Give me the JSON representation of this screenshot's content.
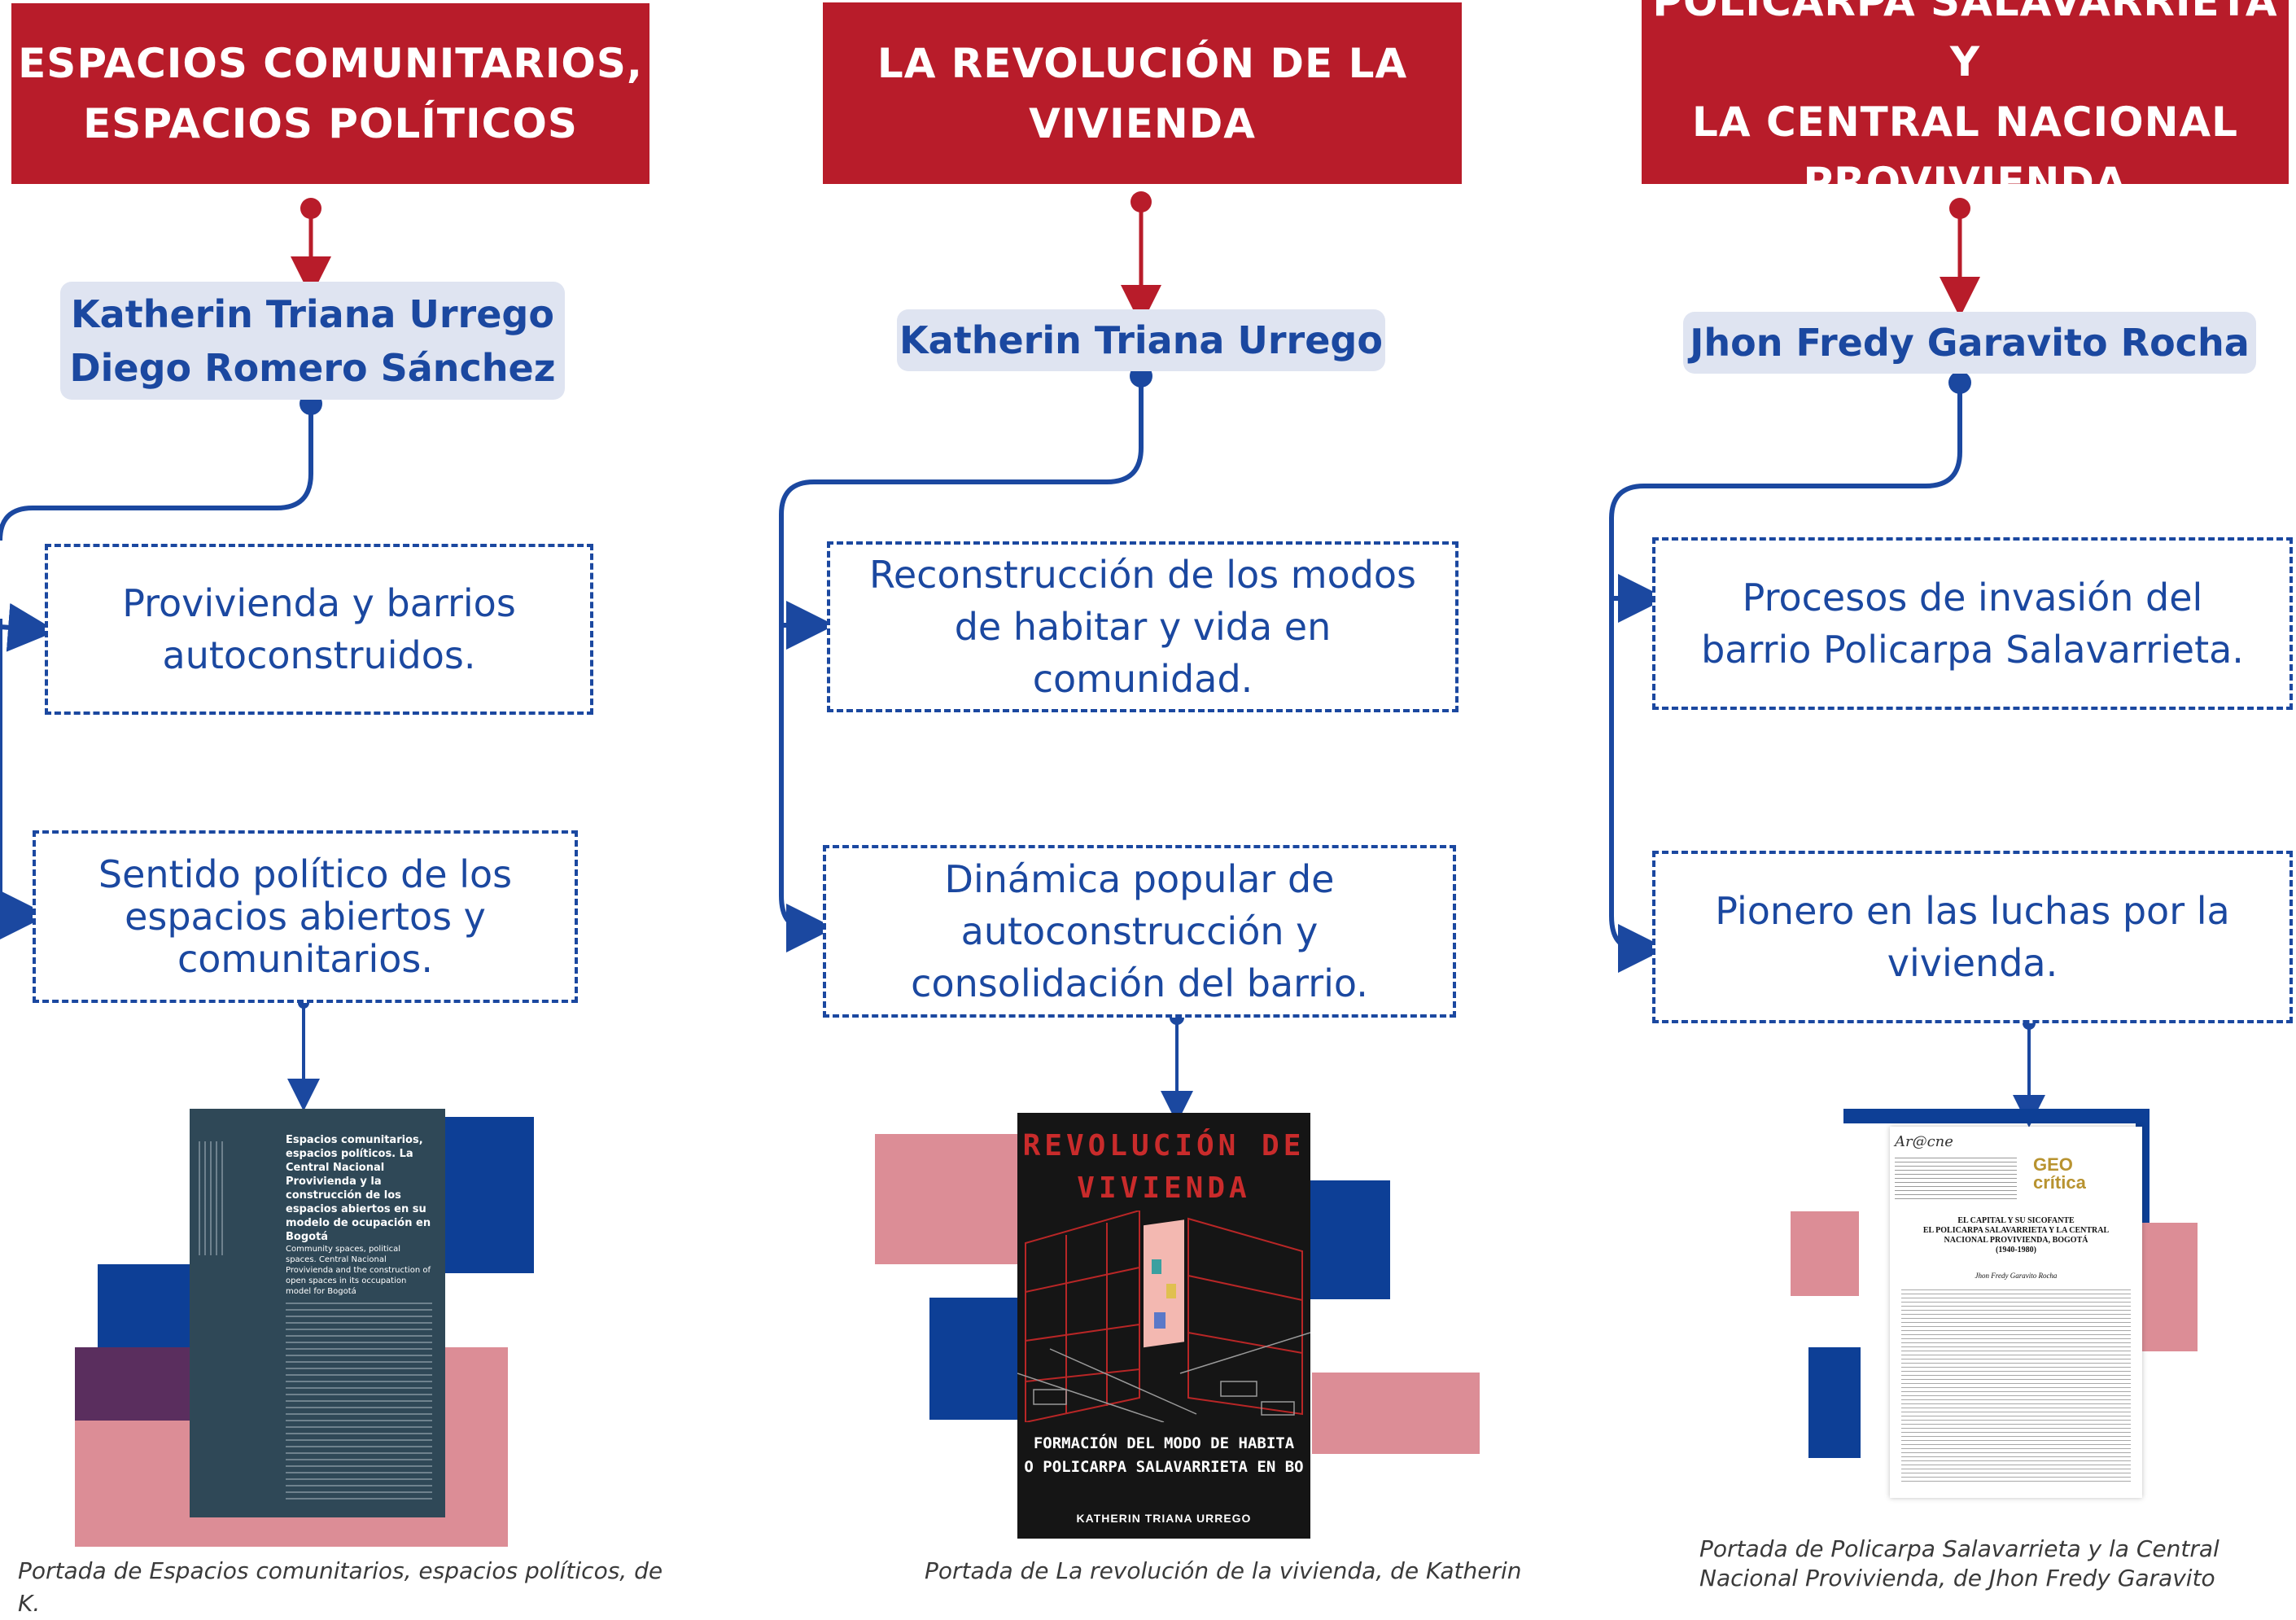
{
  "columns": [
    {
      "title": "ESPACIOS COMUNITARIOS,\nESPACIOS POLÍTICOS",
      "author": "Katherin Triana Urrego\nDiego Romero Sánchez",
      "topics": [
        "Provivienda y barrios\nautoconstruidos.",
        "Sentido político de los\nespacios abiertos y\ncomunitarios."
      ],
      "caption": "Portada de Espacios comunitarios, espacios políticos, de K.",
      "cover": {
        "title": "Espacios comunitarios, espacios políticos. La Central Nacional Provivienda y la construcción de los espacios abiertos en su modelo de ocupación en Bogotá",
        "subtitle": "Community spaces, political spaces. Central Nacional Provivienda and the construction of open spaces in its occupation model for Bogotá"
      }
    },
    {
      "title": "LA REVOLUCIÓN DE LA\nVIVIENDA",
      "author": "Katherin Triana Urrego",
      "topics": [
        "Reconstrucción de los modos\nde habitar y vida en\ncomunidad.",
        "Dinámica popular de\nautoconstrucción y\nconsolidación del barrio."
      ],
      "caption": "Portada de La revolución de la vivienda, de Katherin",
      "cover": {
        "title_line1": "REVOLUCIÓN DE",
        "title_line2": "VIVIENDA",
        "sub_line1": "FORMACIÓN DEL MODO DE HABITA",
        "sub_line2": "O POLICARPA SALAVARRIETA EN BO",
        "author": "KATHERIN TRIANA URREGO"
      }
    },
    {
      "title": "POLICARPA SALAVARRIETA Y\nLA CENTRAL NACIONAL\nPROVIVIENDA",
      "author": "Jhon Fredy Garavito Rocha",
      "topics": [
        "Procesos de invasión del\nbarrio Policarpa Salavarrieta.",
        "Pionero en las luchas por la\nvivienda."
      ],
      "caption": "Portada de Policarpa Salavarrieta y la Central\nNacional Provivienda, de Jhon Fredy Garavito",
      "cover": {
        "journal": "Ar@cne",
        "logo": "GEO crítica",
        "title": "EL CAPITAL Y SU SICOFANTE\nEL POLICARPA SALAVARRIETA Y LA CENTRAL\nNACIONAL PROVIVIENDA, BOGOTÁ\n(1940-1980)",
        "author": "Jhon Fredy Garavito Rocha"
      }
    }
  ],
  "colors": {
    "title_bg": "#b81c2a",
    "author_bg": "#dfe4f1",
    "line": "#1b48a0",
    "arrow_red": "#b81c2a",
    "deco_blue": "#0d3f96",
    "deco_pink": "#dc8d96"
  }
}
